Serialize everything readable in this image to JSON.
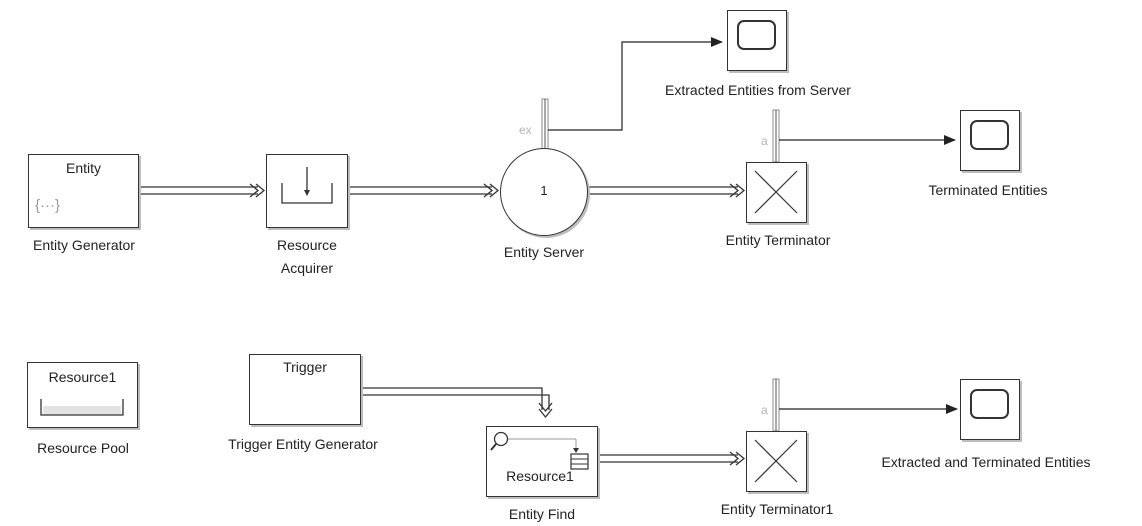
{
  "blocks": {
    "entity_generator": {
      "title": "Entity",
      "icon_text": "{···}",
      "label": "Entity Generator"
    },
    "resource_acquirer": {
      "label_line1": "Resource",
      "label_line2": "Acquirer"
    },
    "entity_server": {
      "capacity": "1",
      "port_label": "ex",
      "label": "Entity Server"
    },
    "entity_terminator": {
      "port_label": "a",
      "label": "Entity Terminator"
    },
    "scope_extracted_server": {
      "label": "Extracted Entities from Server"
    },
    "scope_terminated": {
      "label": "Terminated Entities"
    },
    "resource_pool": {
      "title": "Resource1",
      "label": "Resource Pool"
    },
    "trigger_generator": {
      "title": "Trigger",
      "label": "Trigger Entity Generator"
    },
    "entity_find": {
      "title": "Resource1",
      "label": "Entity Find"
    },
    "entity_terminator1": {
      "port_label": "a",
      "label": "Entity Terminator1"
    },
    "scope_extracted_terminated": {
      "label": "Extracted and Terminated Entities"
    }
  },
  "colors": {
    "stroke": "#333333",
    "shadow": "#bdbdbd",
    "port_label": "#b5b5b5",
    "icon_gray": "#9a9a9a",
    "pool_bar": "#e3e3e3"
  }
}
